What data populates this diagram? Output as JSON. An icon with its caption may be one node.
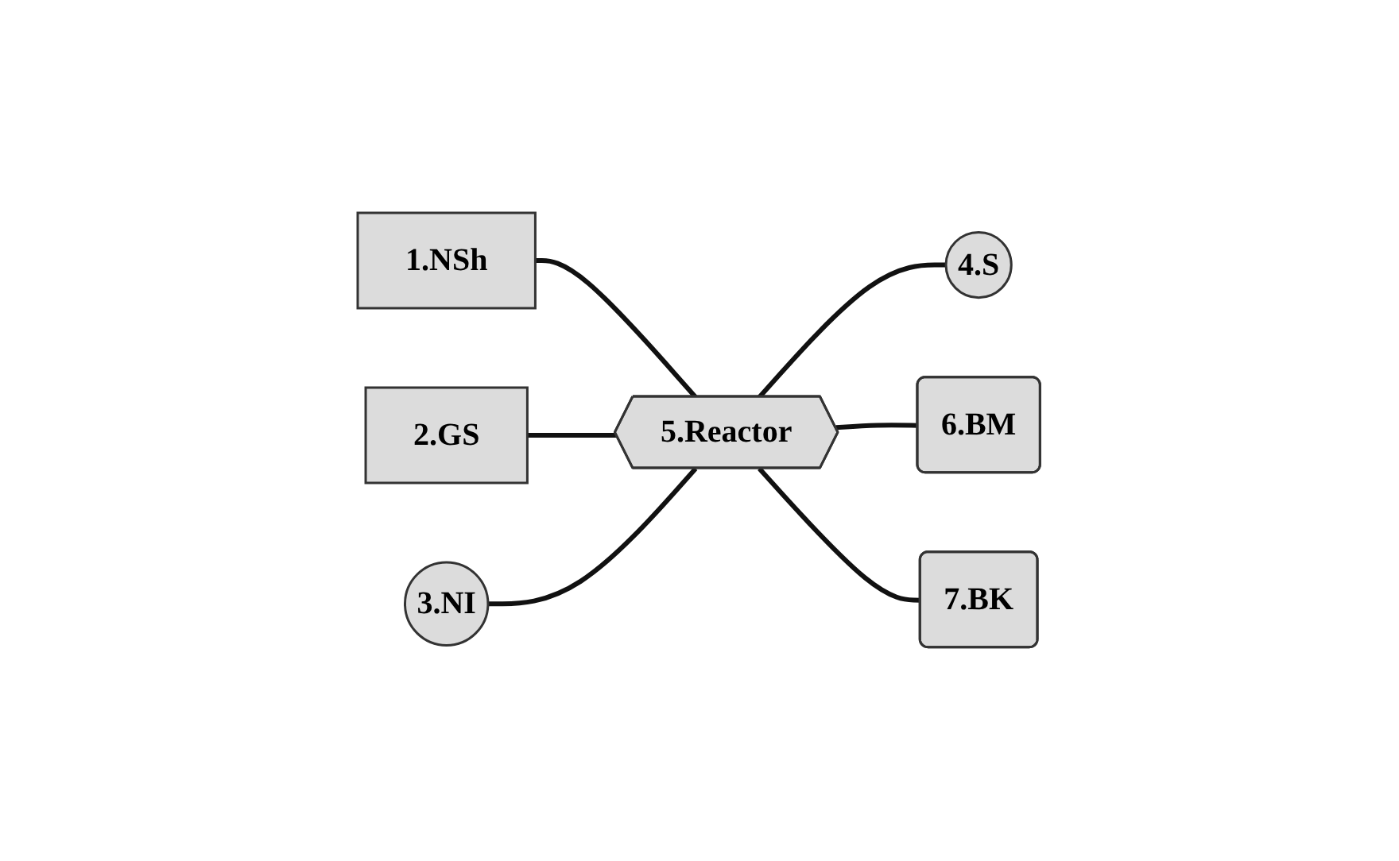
{
  "diagram": {
    "nodes": [
      {
        "text": [
          "1.NSh"
        ]
      },
      {
        "text": [
          "2.GS"
        ]
      },
      {
        "text": [
          "3.NI"
        ]
      },
      {
        "text": [
          "4.S"
        ]
      },
      {
        "text": [
          "5.Reactor"
        ]
      },
      {
        "text": [
          "6.BM"
        ]
      },
      {
        "text": [
          "7.BK"
        ]
      }
    ],
    "edges": [
      {
        "from": 0,
        "to": 4,
        "arrow": "none"
      },
      {
        "from": 1,
        "to": 4,
        "arrow": "none"
      },
      {
        "from": 2,
        "to": 4,
        "arrow": "none"
      },
      {
        "from": 4,
        "to": 3,
        "arrow": "none"
      },
      {
        "from": 4,
        "to": 5,
        "arrow": "none"
      },
      {
        "from": 4,
        "to": 6,
        "arrow": "none"
      }
    ]
  }
}
